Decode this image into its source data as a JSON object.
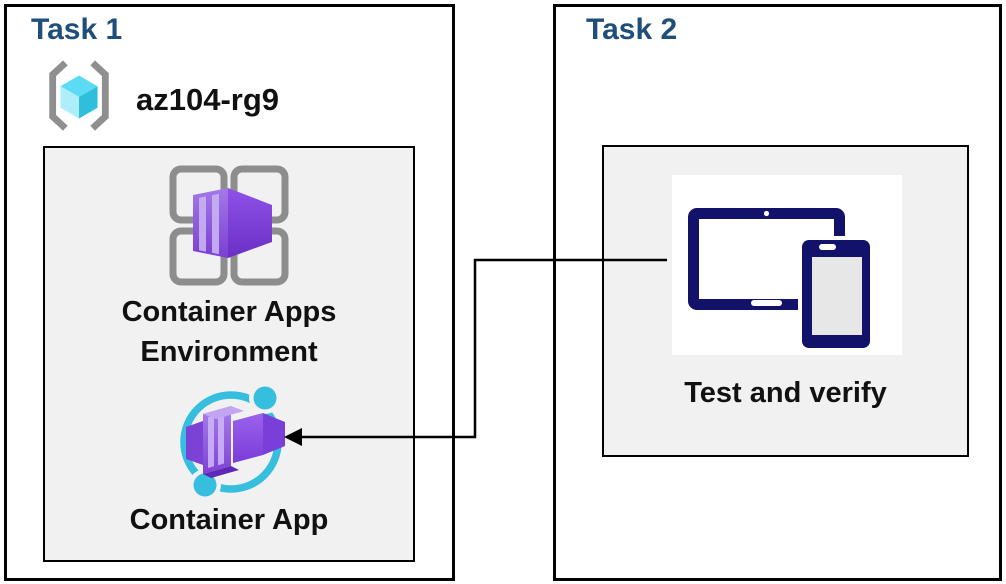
{
  "task1": {
    "title": "Task 1",
    "resource_group_name": "az104-rg9",
    "environment": {
      "label_line1": "Container Apps",
      "label_line2": "Environment"
    },
    "app": {
      "label": "Container App"
    }
  },
  "task2": {
    "title": "Task 2",
    "test": {
      "label": "Test and verify"
    }
  },
  "icons": {
    "resource_group": "azure-resource-group-icon",
    "environment": "container-apps-environment-icon",
    "app": "container-app-icon",
    "devices": "test-devices-icon",
    "arrow": "connector-arrow"
  },
  "colors": {
    "title_blue": "#1F4E79",
    "text_black": "#111111",
    "panel_gray": "#F1F1F2",
    "border_black": "#000000",
    "icon_gray": "#8D8D8D",
    "azure_cyan": "#35BEDD",
    "purple_front": "#9A6BE0",
    "purple_dark": "#7A3FD2",
    "navy_device": "#12126B",
    "cube_light": "#ADEEFA",
    "cube_mid": "#5BDCF4",
    "cube_dark": "#2FBEDC"
  }
}
